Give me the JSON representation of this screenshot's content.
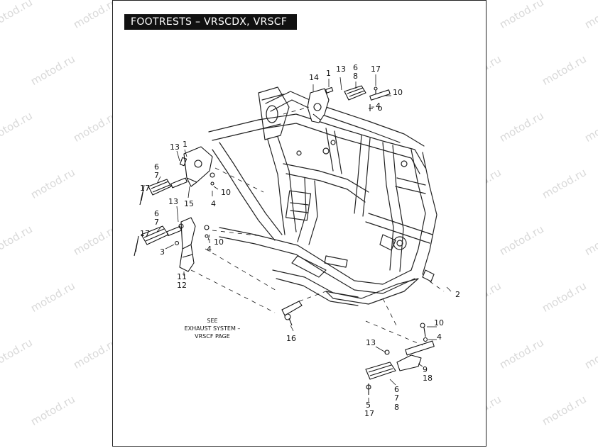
{
  "title": "FOOTRESTS – VRSCDX, VRSCF",
  "watermark": "motod.ru",
  "note_lines": [
    "SEE",
    "EXHAUST SYSTEM –",
    "VRSCF PAGE"
  ],
  "callouts": {
    "c14": "14",
    "c1a": "1",
    "c13a": "13",
    "c6a": "6",
    "c8a": "8",
    "c17a": "17",
    "c10a": "10",
    "c4a": "4",
    "c1b": "1",
    "c13b": "13",
    "c6b": "6",
    "c7b": "7",
    "c17b": "17",
    "c10b": "10",
    "c4b": "4",
    "c15": "15",
    "c13c": "13",
    "c6c": "6",
    "c7c": "7",
    "c17c": "17",
    "c3": "3",
    "c4c": "4",
    "c10c": "10",
    "c11": "11",
    "c12": "12",
    "c2": "2",
    "c16": "16",
    "c10d": "10",
    "c4d": "4",
    "c13d": "13",
    "c9": "9",
    "c18": "18",
    "c6d": "6",
    "c7d": "7",
    "c8d": "8",
    "c5": "5",
    "c17d": "17"
  }
}
